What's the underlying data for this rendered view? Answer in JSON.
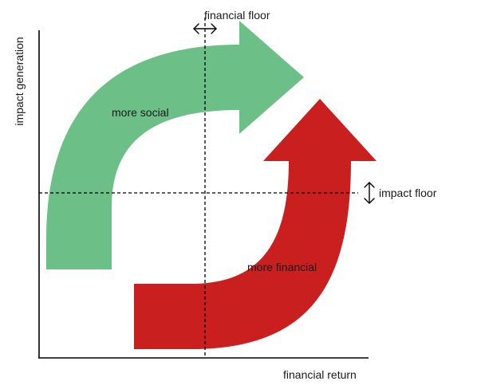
{
  "axes": {
    "x_label": "financial return",
    "y_label": "impact generation"
  },
  "thresholds": {
    "financial_floor_label": "financial floor",
    "impact_floor_label": "impact floor"
  },
  "arrows": {
    "social": {
      "label": "more social",
      "color": "#6cbf86"
    },
    "financial": {
      "label": "more financial",
      "color": "#cf2a2a"
    }
  }
}
